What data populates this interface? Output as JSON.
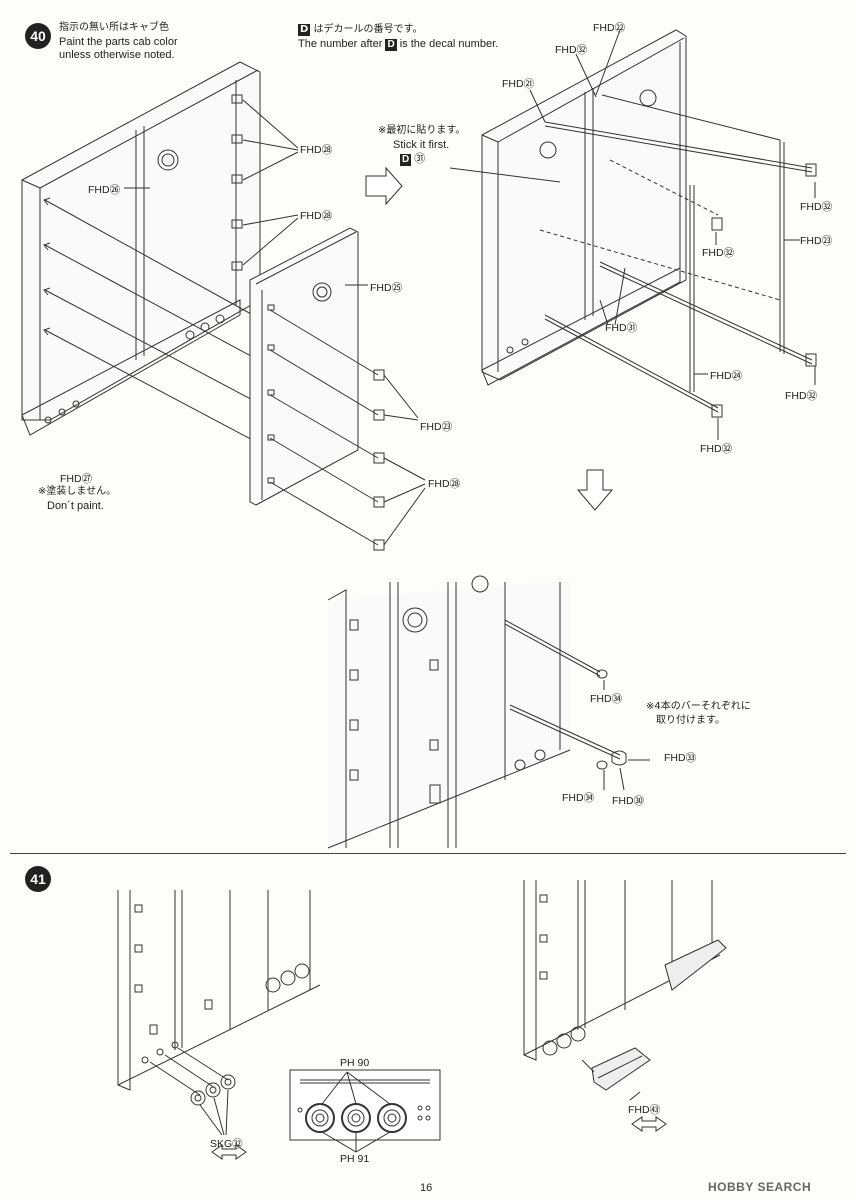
{
  "step40": {
    "number": "40",
    "note_jp": "指示の無い所はキャブ色",
    "note_en1": "Paint the parts cab color",
    "note_en2": "unless otherwise noted.",
    "decal_jp": "はデカールの番号です。",
    "decal_en_pre": "The number after",
    "decal_en_post": "is the decal number.",
    "decal_mark": "D",
    "stick_jp": "※最初に貼ります。",
    "stick_en": "Stick it first.",
    "stick_decal": "㉛",
    "paint_jp": "※塗装しません。",
    "paint_en": "Don´t paint.",
    "bars_jp1": "※4本のバーそれぞれに",
    "bars_jp2": "取り付けます。",
    "labels": {
      "fhd26": "FHD㉖",
      "fhd28a": "FHD㉘",
      "fhd28b": "FHD㉘",
      "fhd25": "FHD㉕",
      "fhd23a": "FHD㉓",
      "fhd28c": "FHD㉘",
      "fhd27": "FHD㉗",
      "fhd22": "FHD㉒",
      "fhd32a": "FHD㉜",
      "fhd21": "FHD㉑",
      "fhd32b": "FHD㉜",
      "fhd32c": "FHD㉜",
      "fhd23b": "FHD㉓",
      "fhd31": "FHD㉛",
      "fhd24": "FHD㉔",
      "fhd32d": "FHD㉜",
      "fhd32e": "FHD㉜",
      "fhd34a": "FHD㉞",
      "fhd33": "FHD㉝",
      "fhd34b": "FHD㉞",
      "fhd30": "FHD㉚"
    }
  },
  "step41": {
    "number": "41",
    "labels": {
      "skg62": "SKG㉜",
      "ph90": "PH 90",
      "ph91": "PH 91",
      "fhd43": "FHD㊸"
    }
  },
  "footer": {
    "page_number": "16",
    "watermark": "HOBBY SEARCH"
  }
}
